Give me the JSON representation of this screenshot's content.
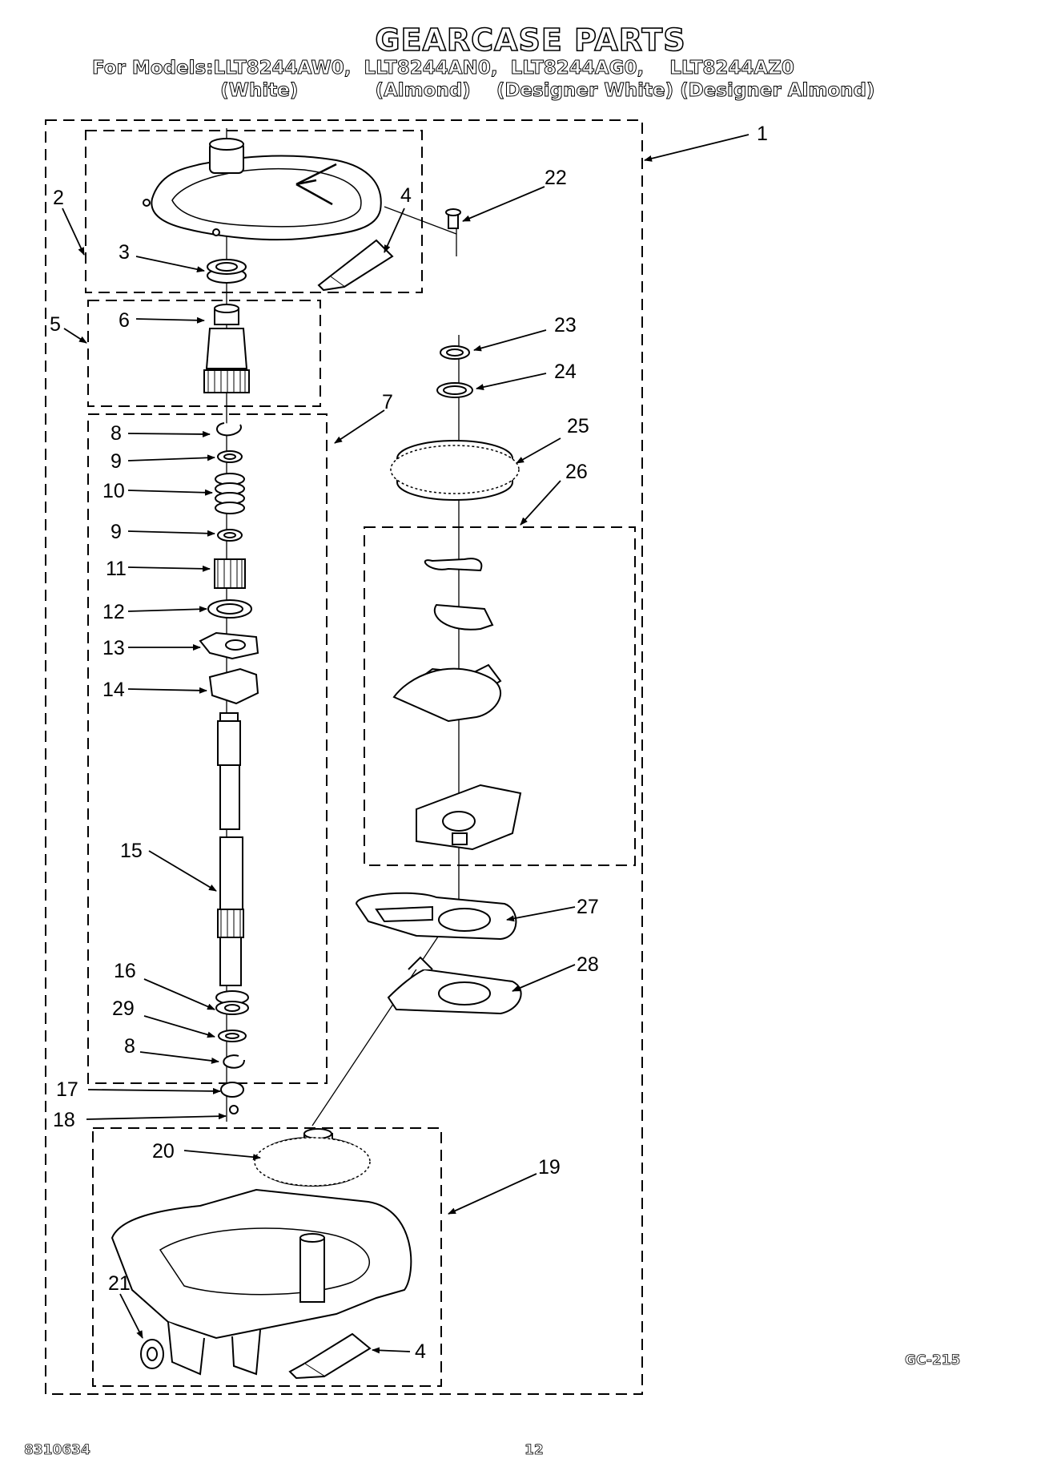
{
  "header": {
    "title": "GEARCASE PARTS",
    "models_line": "For Models:LLT8244AW0,  LLT8244AN0,  LLT8244AG0,    LLT8244AZ0",
    "colors_line": "                    (White)            (Almond)    (Designer White) (Designer Almond)"
  },
  "footer": {
    "diagram_code": "GC-215",
    "doc_number": "8310634",
    "page_number": "12"
  },
  "callouts": {
    "c1": "1",
    "c2": "2",
    "c3": "3",
    "c4a": "4",
    "c4b": "4",
    "c5": "5",
    "c6": "6",
    "c7": "7",
    "c8a": "8",
    "c8b": "8",
    "c9a": "9",
    "c9b": "9",
    "c10": "10",
    "c11": "11",
    "c12": "12",
    "c13": "13",
    "c14": "14",
    "c15": "15",
    "c16": "16",
    "c17": "17",
    "c18": "18",
    "c19": "19",
    "c20": "20",
    "c21": "21",
    "c22": "22",
    "c23": "23",
    "c24": "24",
    "c25": "25",
    "c26": "26",
    "c27": "27",
    "c28": "28",
    "c29": "29"
  }
}
